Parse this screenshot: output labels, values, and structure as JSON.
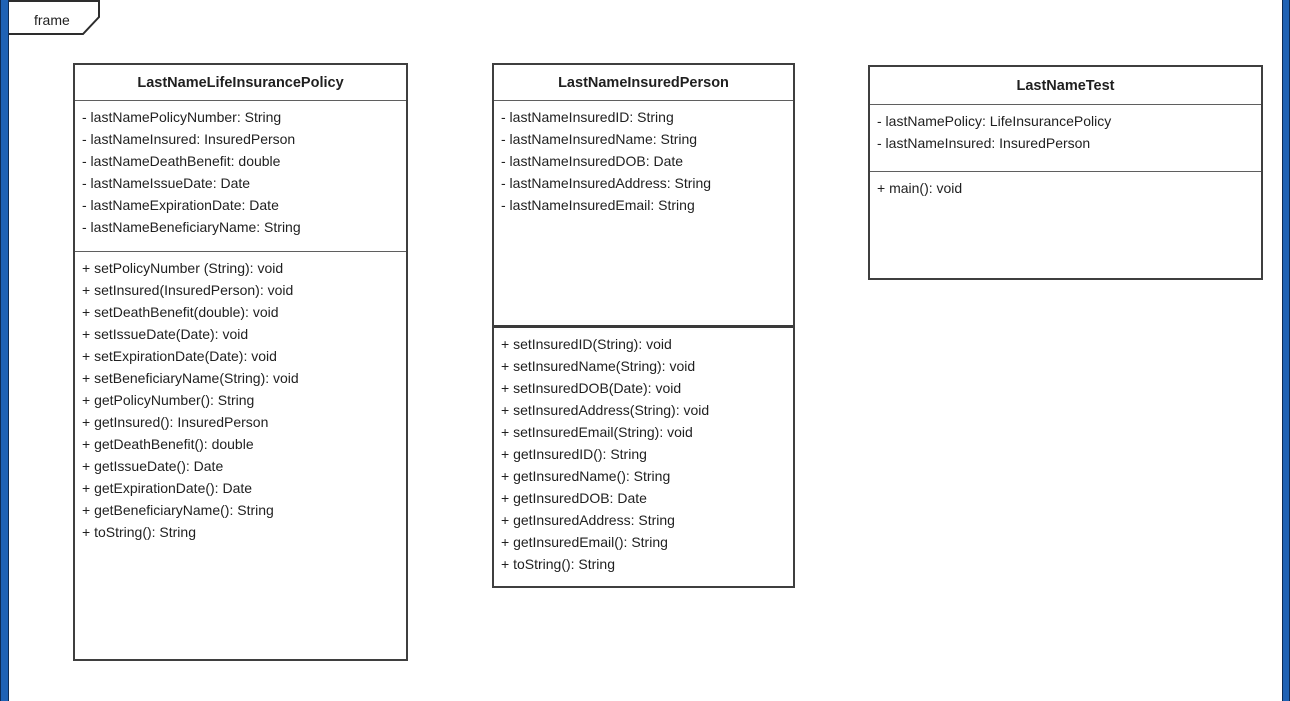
{
  "frame": {
    "label": "frame"
  },
  "diagram": {
    "classes": [
      {
        "name": "LastNameLifeInsurancePolicy",
        "attributes": [
          "- lastNamePolicyNumber: String",
          "- lastNameInsured: InsuredPerson",
          "- lastNameDeathBenefit: double",
          "- lastNameIssueDate: Date",
          "- lastNameExpirationDate: Date",
          "- lastNameBeneficiaryName: String"
        ],
        "methods": [
          "+ setPolicyNumber (String): void",
          "+ setInsured(InsuredPerson): void",
          "+ setDeathBenefit(double): void",
          "+ setIssueDate(Date): void",
          "+ setExpirationDate(Date): void",
          "+ setBeneficiaryName(String): void",
          "+ getPolicyNumber(): String",
          "+ getInsured(): InsuredPerson",
          "+ getDeathBenefit(): double",
          "+ getIssueDate(): Date",
          "+ getExpirationDate(): Date",
          "+ getBeneficiaryName(): String",
          "+ toString(): String"
        ]
      },
      {
        "name": "LastNameInsuredPerson",
        "attributes": [
          "- lastNameInsuredID: String",
          "- lastNameInsuredName: String",
          "- lastNameInsuredDOB: Date",
          "- lastNameInsuredAddress: String",
          "- lastNameInsuredEmail: String"
        ],
        "methods": [
          "+ setInsuredID(String): void",
          "+ setInsuredName(String): void",
          "+ setInsuredDOB(Date): void",
          "+ setInsuredAddress(String): void",
          "+ setInsuredEmail(String): void",
          "+ getInsuredID(): String",
          "+ getInsuredName(): String",
          "+ getInsuredDOB: Date",
          "+ getInsuredAddress: String",
          "+ getInsuredEmail(): String",
          "+ toString(): String"
        ]
      },
      {
        "name": "LastNameTest",
        "attributes": [
          "- lastNamePolicy: LifeInsurancePolicy",
          "- lastNameInsured: InsuredPerson"
        ],
        "methods": [
          "+ main(): void"
        ]
      }
    ]
  },
  "colors": {
    "frame_border": "#1f62b5",
    "frame_border_edge": "#0d2b55",
    "box_border": "#3f3f3f",
    "divider": "#5f5f5f",
    "thick_divider": "#3a3a3a",
    "text": "#1f1f1f",
    "background": "#ffffff",
    "tab_border": "#2d2d2d"
  }
}
